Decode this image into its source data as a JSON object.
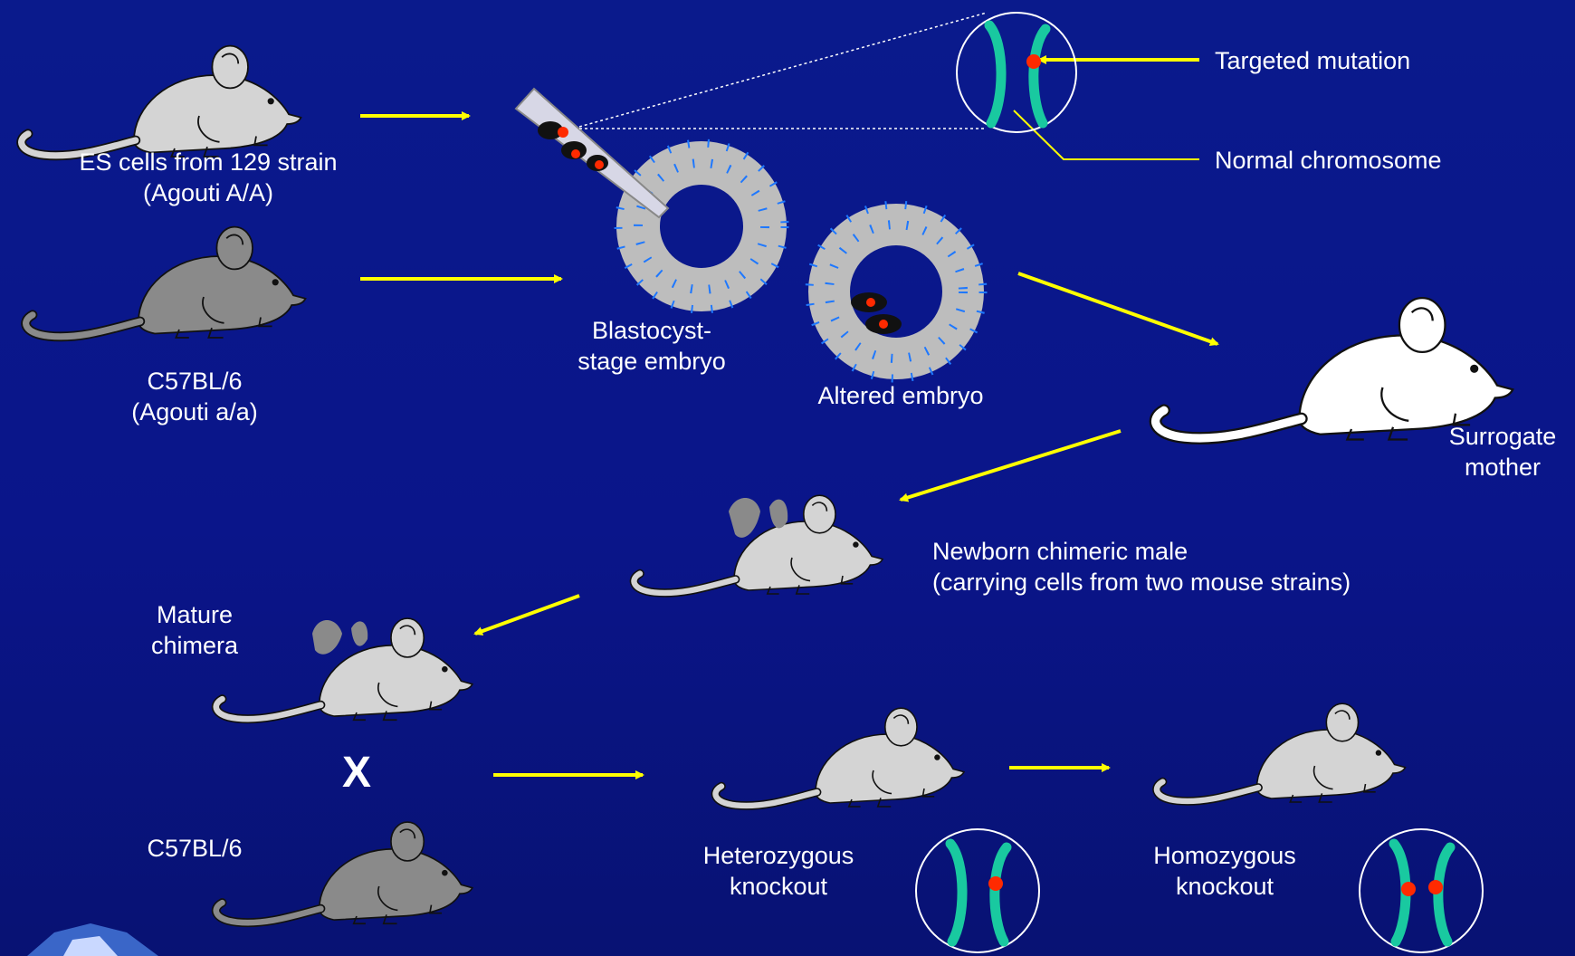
{
  "colors": {
    "background": "#0a1a8c",
    "arrow": "#ffff00",
    "chromosome": "#19c9a0",
    "mutation": "#ff2a00",
    "cell_nucleus": "#1e78ff",
    "mouse_white": "#ffffff",
    "mouse_light": "#d4d4d4",
    "mouse_dark": "#8a8a8a"
  },
  "labels": {
    "es_cells_line1": "ES cells from 129 strain",
    "es_cells_line2": "(Agouti A/A)",
    "c57_line1": "C57BL/6",
    "c57_line2": "(Agouti a/a)",
    "blastocyst_line1": "Blastocyst-",
    "blastocyst_line2": "stage embryo",
    "altered_embryo": "Altered embryo",
    "targeted_mutation": "Targeted mutation",
    "normal_chromosome": "Normal chromosome",
    "surrogate_line1": "Surrogate",
    "surrogate_line2": "mother",
    "newborn_line1": "Newborn chimeric male",
    "newborn_line2": "(carrying cells from two mouse strains)",
    "mature_line1": "Mature",
    "mature_line2": "chimera",
    "cross_symbol": "X",
    "c57_bottom": "C57BL/6",
    "hetero_line1": "Heterozygous",
    "hetero_line2": "knockout",
    "homo_line1": "Homozygous",
    "homo_line2": "knockout"
  },
  "icons": {
    "mouse": "mouse-icon",
    "embryo": "blastocyst-icon",
    "pipette": "micropipette-icon",
    "chromosome": "chromosome-pair-icon",
    "arrow": "arrow-icon"
  }
}
